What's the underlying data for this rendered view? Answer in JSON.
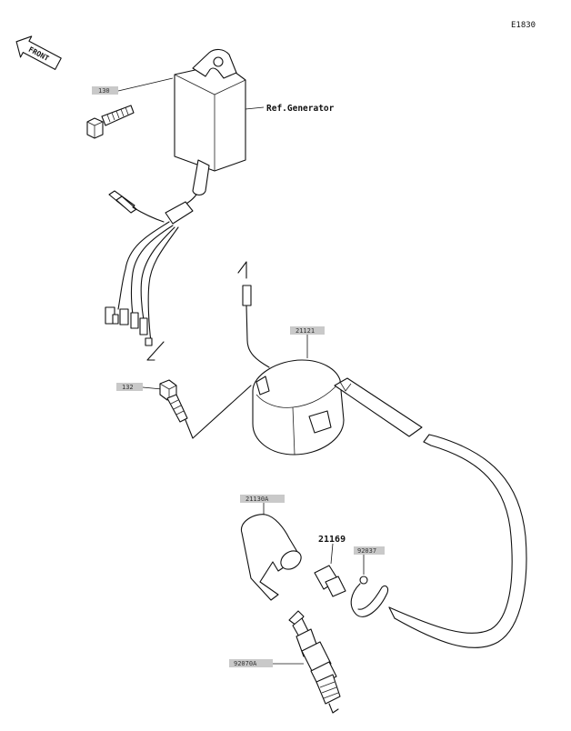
{
  "diagram": {
    "code": "E1830",
    "front_label": "FRONT",
    "ref_generator": "Ref.Generator"
  },
  "parts": {
    "bolt_130": "130",
    "bolt_132": "132",
    "coil": "21121",
    "cap": "21130A",
    "terminal": "21169",
    "clamp": "92037",
    "spark_plug": "92070A"
  }
}
